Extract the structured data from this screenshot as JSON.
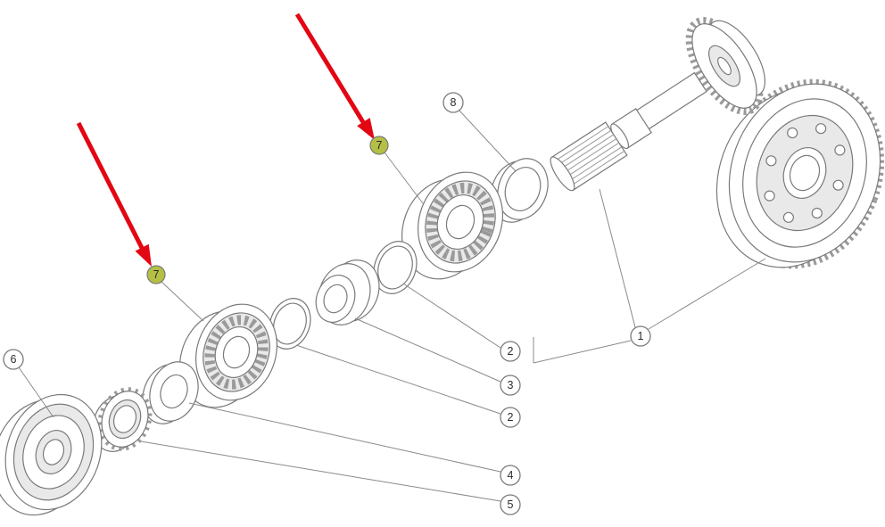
{
  "diagram": {
    "kind": "exploded-parts-diagram",
    "colors": {
      "background": "#ffffff",
      "line": "#7a7a7a",
      "leader": "#8a8a8a",
      "shade": "#e9e9e9",
      "arrow_red": "#e30613",
      "highlight_green": "#b4bf45",
      "callout_text": "#2b2b2b"
    },
    "callouts": {
      "c1": {
        "label": "1"
      },
      "c2a": {
        "label": "2"
      },
      "c2b": {
        "label": "2"
      },
      "c3": {
        "label": "3"
      },
      "c4": {
        "label": "4"
      },
      "c5": {
        "label": "5"
      },
      "c6": {
        "label": "6"
      },
      "c7a": {
        "label": "7"
      },
      "c7b": {
        "label": "7"
      },
      "c8": {
        "label": "8"
      }
    },
    "parts": [
      {
        "name": "crown-gear",
        "callout": "1"
      },
      {
        "name": "pinion-shaft-with-bevel-gear",
        "callout": "1"
      },
      {
        "name": "snap-ring-upper",
        "callout": "2"
      },
      {
        "name": "snap-ring-lower",
        "callout": "2"
      },
      {
        "name": "spacer-sleeve",
        "callout": "3"
      },
      {
        "name": "washer",
        "callout": "4"
      },
      {
        "name": "lock-nut",
        "callout": "5"
      },
      {
        "name": "flange-disc",
        "callout": "6"
      },
      {
        "name": "roller-bearing-upper",
        "callout": "7",
        "highlighted": true
      },
      {
        "name": "roller-bearing-lower",
        "callout": "7",
        "highlighted": true
      },
      {
        "name": "shim-ring",
        "callout": "8"
      }
    ]
  }
}
